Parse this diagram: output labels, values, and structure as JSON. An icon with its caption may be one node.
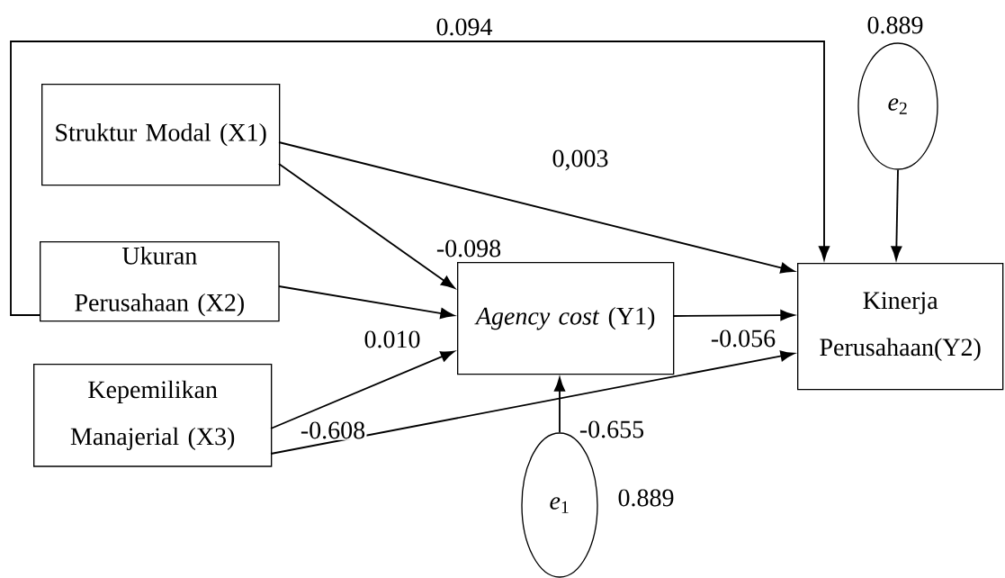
{
  "diagram": {
    "nodes": [
      {
        "text": [
          "Struktur Modal (X1)"
        ]
      },
      {
        "text": [
          "Ukuran Perusahaan (X2)"
        ]
      },
      {
        "text": [
          "Kepemilikan Manajerial (X3)"
        ]
      },
      {
        "text": [
          "*Agency cost* (Y1)"
        ]
      },
      {
        "text": [
          "Kinerja Perusahaan(Y2)"
        ]
      },
      {
        "text": [
          "*e*$_{2}$"
        ],
        "beside": [
          "0.889"
        ]
      },
      {
        "text": [
          "*e*$_{1}$"
        ],
        "beside": [
          "0.889"
        ]
      }
    ],
    "edges": [
      {
        "from": 0,
        "to": 3,
        "arrow": "to",
        "label": "-0.098"
      },
      {
        "from": 0,
        "to": 4,
        "arrow": "to",
        "label": "0,003"
      },
      {
        "from": 1,
        "to": 3,
        "arrow": "to"
      },
      {
        "from": 1,
        "to": 4,
        "arrow": "to",
        "label": "0.094"
      },
      {
        "from": 2,
        "to": 3,
        "arrow": "to",
        "label": "0.010"
      },
      {
        "from": 2,
        "to": 4,
        "arrow": "to",
        "label": "-0.608"
      },
      {
        "from": 3,
        "to": 4,
        "arrow": "to",
        "label": "-0.056"
      },
      {
        "from": 6,
        "to": 3,
        "arrow": "to",
        "label": "-0.655"
      },
      {
        "from": 5,
        "to": 4,
        "arrow": "to"
      }
    ]
  }
}
